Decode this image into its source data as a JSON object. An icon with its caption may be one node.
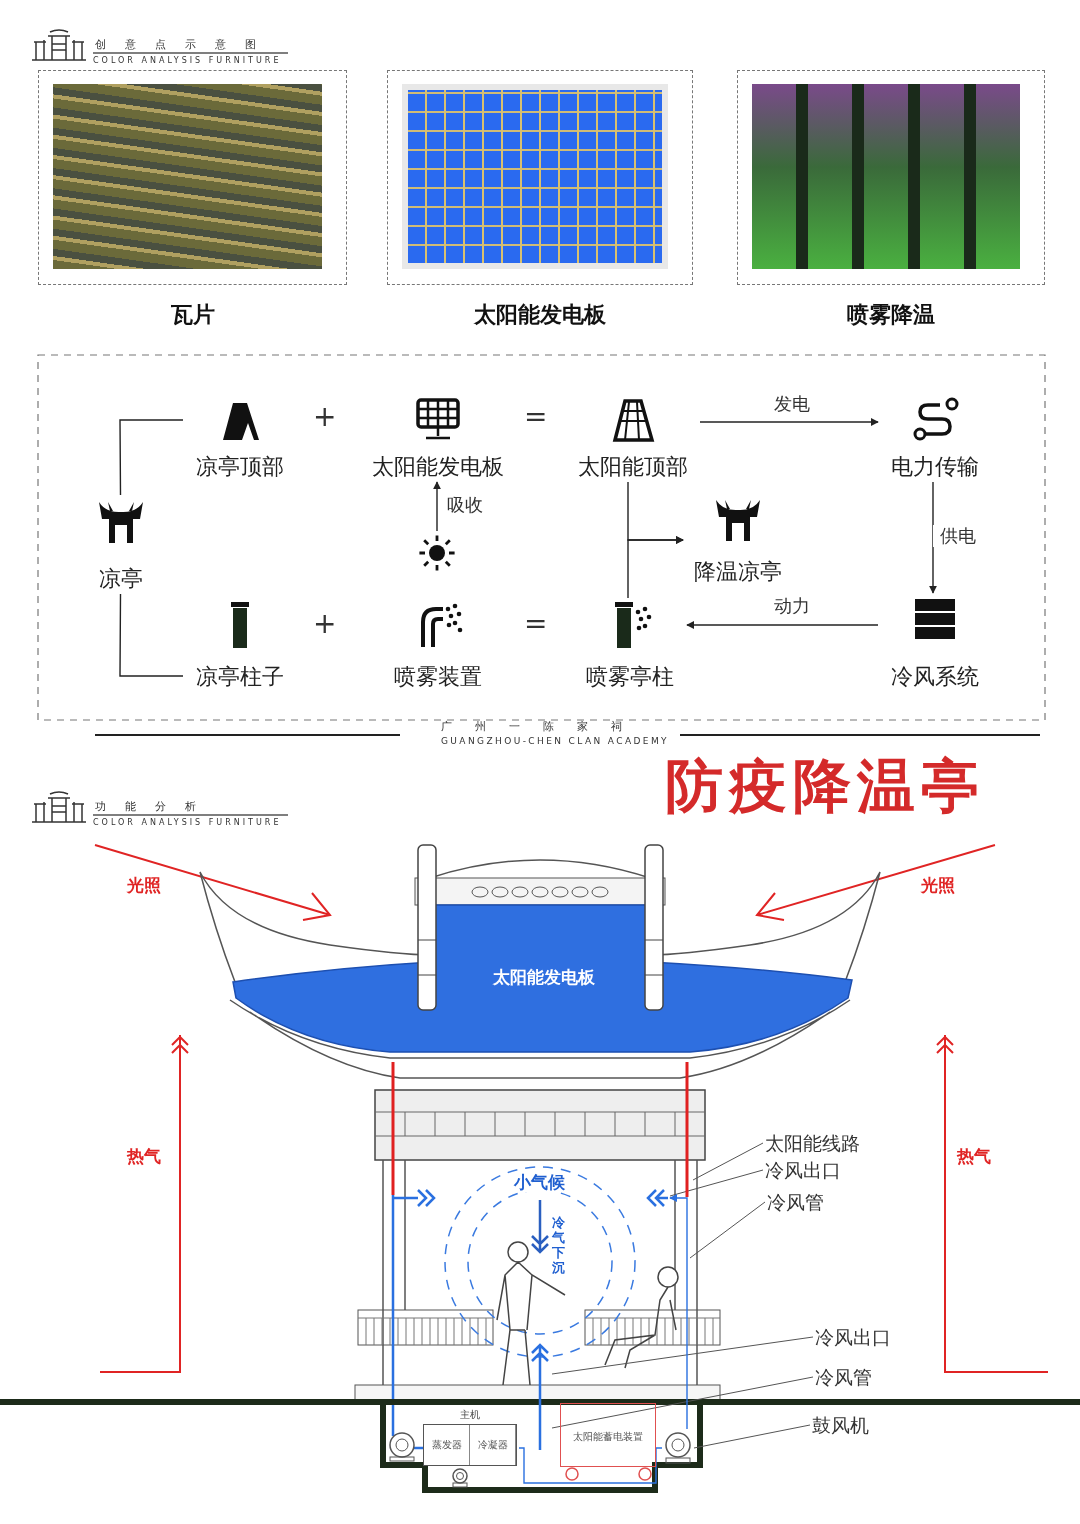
{
  "diagram": {
    "title": "防疫降温亭",
    "nodes": [
      {
        "text": [
          "瓦片"
        ]
      },
      {
        "text": [
          "太阳能发电板"
        ]
      },
      {
        "text": [
          "喷雾降温"
        ]
      },
      {
        "text": [
          "凉亭顶部"
        ]
      },
      {
        "text": [
          "太阳能发电板"
        ]
      },
      {
        "text": [
          "太阳能顶部"
        ]
      },
      {
        "text": [
          "电力传输"
        ]
      },
      {
        "text": [
          "凉亭"
        ]
      },
      {
        "text": [],
        "shape": "circle"
      },
      {
        "text": [
          "降温凉亭"
        ]
      },
      {
        "text": [
          "凉亭柱子"
        ]
      },
      {
        "text": [
          "喷雾装置"
        ]
      },
      {
        "text": [
          "喷雾亭柱"
        ]
      },
      {
        "text": [
          "冷风系统"
        ]
      },
      {
        "text": [
          "太阳能发电板"
        ]
      },
      {
        "text": [
          "太阳能线路"
        ]
      },
      {
        "text": [
          "冷风出口"
        ]
      },
      {
        "text": [
          "冷风管"
        ]
      },
      {
        "text": [
          "冷风出口"
        ]
      },
      {
        "text": [
          "冷风管"
        ]
      },
      {
        "text": [
          "主机"
        ]
      },
      {
        "text": [
          "蒸发器"
        ],
        "in": 20
      },
      {
        "text": [
          "冷凝器"
        ],
        "in": 20
      },
      {
        "text": [
          "太阳能蓄电装置"
        ]
      },
      {
        "text": [
          "鼓风机"
        ]
      },
      {
        "text": [],
        "shape": "picture"
      },
      {
        "text": [],
        "shape": "pipe"
      },
      {
        "text": [],
        "shape": "bar"
      },
      {
        "text": [],
        "shape": "chevron"
      }
    ],
    "edges": [
      {
        "from": 5,
        "to": 6,
        "label": "发电",
        "arrow": "to"
      },
      {
        "from": 8,
        "to": 4,
        "label": "吸收",
        "arrow": "to"
      },
      {
        "from": 6,
        "to": 13,
        "label": "供电",
        "arrow": "to"
      },
      {
        "from": 7,
        "to": 3,
        "arrow": "none"
      },
      {
        "from": 7,
        "to": 10,
        "arrow": "none"
      },
      {
        "from": 5,
        "to": 9,
        "arrow": "to"
      },
      {
        "from": 12,
        "to": 9,
        "arrow": "to"
      },
      {
        "from": 13,
        "to": 12,
        "label": "动力",
        "arrow": "to"
      },
      {
        "from": 15,
        "to": 27,
        "arrow": "none"
      },
      {
        "from": 16,
        "to": 28,
        "arrow": "none"
      },
      {
        "from": 17,
        "to": null,
        "arrow": "none"
      },
      {
        "from": 18,
        "to": 26,
        "arrow": "none"
      },
      {
        "from": 19,
        "to": 26,
        "arrow": "none"
      },
      {
        "from": 24,
        "to": 25,
        "arrow": "none"
      },
      {
        "from": 20,
        "to": 25,
        "arrow": "none",
        "color": "#2a70e0"
      },
      {
        "from": 25,
        "to": 28,
        "arrow": "to",
        "color": "#2a70e0"
      }
    ],
    "labels": [
      "创意点示意图",
      "COLOR ANALYSIS FURNITURE",
      "+",
      "=",
      "+",
      "=",
      "广州一陈家祠",
      "GUANGZHOU-CHEN CLAN ACADEMY",
      "功能分析",
      "COLOR ANALYSIS FURNITURE",
      "光照",
      "光照",
      "热气",
      "热气",
      "小气候",
      "冷气下沉"
    ]
  }
}
